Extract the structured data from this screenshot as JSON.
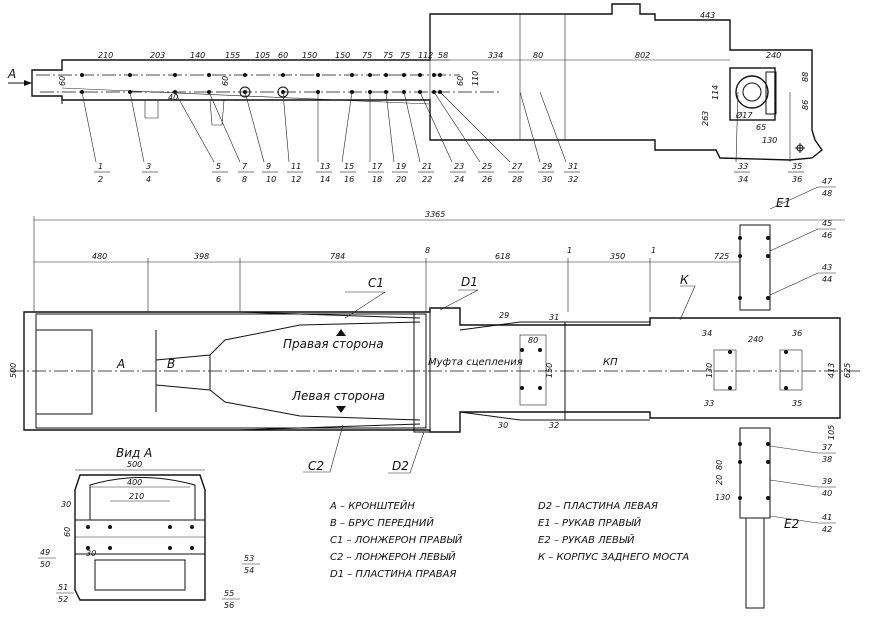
{
  "view_a": {
    "arrow_label": "А",
    "title": "Вид А",
    "dims": [
      "500",
      "400",
      "210",
      "30",
      "60",
      "30"
    ]
  },
  "top_view": {
    "dims_top": [
      "210",
      "203",
      "140",
      "155",
      "105",
      "60",
      "150",
      "150",
      "75",
      "75",
      "75",
      "112",
      "58",
      "334",
      "80",
      "802",
      "443",
      "240"
    ],
    "dims_vertical": [
      "60",
      "40",
      "60",
      "60",
      "110",
      "88",
      "86",
      "114",
      "263",
      "Ø17",
      "65",
      "130"
    ],
    "callouts_odd": [
      "1",
      "3",
      "5",
      "7",
      "9",
      "11",
      "13",
      "15",
      "17",
      "19",
      "21",
      "23",
      "25",
      "27",
      "29",
      "31",
      "33",
      "35"
    ],
    "callouts_even": [
      "2",
      "4",
      "6",
      "8",
      "10",
      "12",
      "14",
      "16",
      "18",
      "20",
      "22",
      "24",
      "26",
      "28",
      "30",
      "32",
      "34",
      "36"
    ]
  },
  "plan_view": {
    "total_length": "3365",
    "segments": [
      "480",
      "398",
      "784",
      "8",
      "618",
      "1",
      "350",
      "1",
      "725"
    ],
    "width_dims": [
      "500",
      "413",
      "625",
      "105",
      "240",
      "130",
      "150",
      "80"
    ],
    "labels": {
      "A": "А",
      "B": "В",
      "C1": "С1",
      "C2": "С2",
      "D1": "D1",
      "D2": "D2",
      "K": "К",
      "E1": "Е1",
      "E2": "Е2",
      "right_side": "Правая сторона",
      "left_side": "Левая сторона",
      "clutch": "Муфта сцепления",
      "gearbox": "КП"
    },
    "hole_callouts": [
      "29",
      "30",
      "31",
      "32",
      "33",
      "34",
      "35",
      "36"
    ],
    "side_callouts": [
      [
        "47",
        "48"
      ],
      [
        "45",
        "46"
      ],
      [
        "43",
        "44"
      ],
      [
        "37",
        "38"
      ],
      [
        "39",
        "40"
      ],
      [
        "41",
        "42"
      ]
    ],
    "small_dims": [
      "80",
      "20",
      "130"
    ],
    "view_a_callouts": [
      [
        "49",
        "50"
      ],
      [
        "51",
        "52"
      ],
      [
        "53",
        "54"
      ],
      [
        "55",
        "56"
      ]
    ]
  },
  "legend": {
    "left": [
      "А – КРОНШТЕЙН",
      "В – БРУС ПЕРЕДНИЙ",
      "С1 – ЛОНЖЕРОН ПРАВЫЙ",
      "С2 – ЛОНЖЕРОН ЛЕВЫЙ",
      "D1 – ПЛАСТИНА ПРАВАЯ"
    ],
    "right": [
      "D2 – ПЛАСТИНА ЛЕВАЯ",
      "Е1 – РУКАВ ПРАВЫЙ",
      "Е2 – РУКАВ ЛЕВЫЙ",
      "К – КОРПУС ЗАДНЕГО МОСТА"
    ]
  }
}
